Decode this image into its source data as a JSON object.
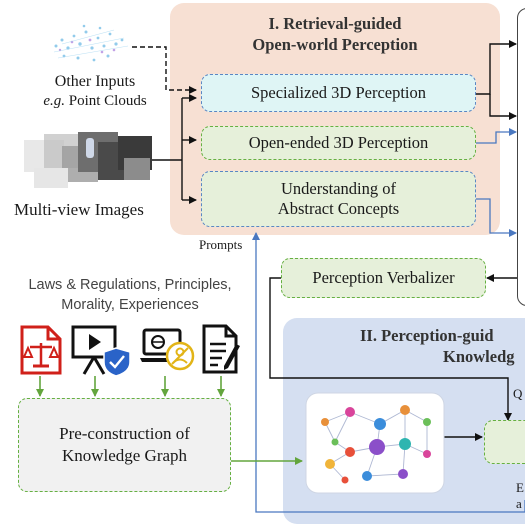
{
  "panel_i": {
    "title_line1": "I. Retrieval-guided",
    "title_line2": "Open-world Perception",
    "boxes": {
      "specialized": "Specialized 3D Perception",
      "open_ended": "Open-ended 3D Perception",
      "abstract_line1": "Understanding of",
      "abstract_line2": "Abstract Concepts"
    }
  },
  "inputs": {
    "other_inputs": "Other Inputs",
    "eg": "e.g.",
    "point_clouds": " Point Clouds",
    "multi_view": "Multi-view Images"
  },
  "prompts_label": "Prompts",
  "verbalizer": "Perception Verbalizer",
  "sources": {
    "line1": "Laws & Regulations, Principles,",
    "line2": "Morality, Experiences"
  },
  "kg": {
    "line1": "Pre-construction of",
    "line2": "Knowledge Graph"
  },
  "panel_ii": {
    "title_line1": "II. Perception-guid",
    "title_line2": "Knowledg",
    "q_label": "Q",
    "e_label": "E",
    "a_label": "a"
  },
  "colors": {
    "panel_i_bg": "#f7e0d3",
    "panel_ii_bg": "#d5dff1",
    "cyan_box": "#dff5f5",
    "green_box": "#e6f0da",
    "blue_dash": "#5a87c4",
    "green_dash": "#66b042",
    "red_icon": "#d0201a"
  },
  "icons": [
    "point-cloud-image",
    "multi-view-image-stack",
    "law-document-icon",
    "video-presentation-icon",
    "laptop-shield-icon",
    "document-edit-icon",
    "knowledge-graph-image"
  ]
}
